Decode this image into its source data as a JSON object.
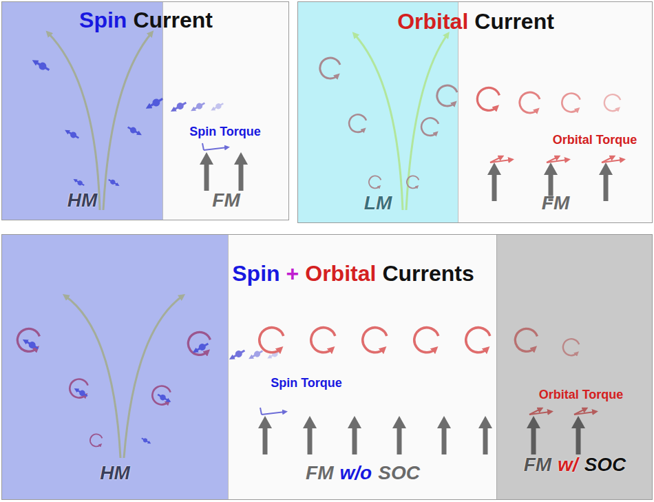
{
  "diagram": {
    "nodes": [
      {
        "text": [
          "Spin",
          "Current"
        ]
      },
      {
        "text": [
          "HM"
        ],
        "in": 0
      },
      {
        "text": [
          "FM",
          "Spin Torque"
        ],
        "in": 0
      },
      {
        "text": [
          "Orbital",
          "Current"
        ]
      },
      {
        "text": [
          "LM"
        ],
        "in": 3
      },
      {
        "text": [
          "FM",
          "Orbital Torque"
        ],
        "in": 3
      },
      {
        "text": [
          "Spin",
          "+",
          "Orbital",
          "Currents"
        ]
      },
      {
        "text": [
          "HM"
        ],
        "in": 6
      },
      {
        "text": [
          "FM",
          "w/o",
          "SOC",
          "Spin Torque"
        ],
        "in": 6
      },
      {
        "text": [
          "FM",
          "w/",
          "SOC",
          "Orbital Torque"
        ],
        "in": 6
      }
    ]
  }
}
